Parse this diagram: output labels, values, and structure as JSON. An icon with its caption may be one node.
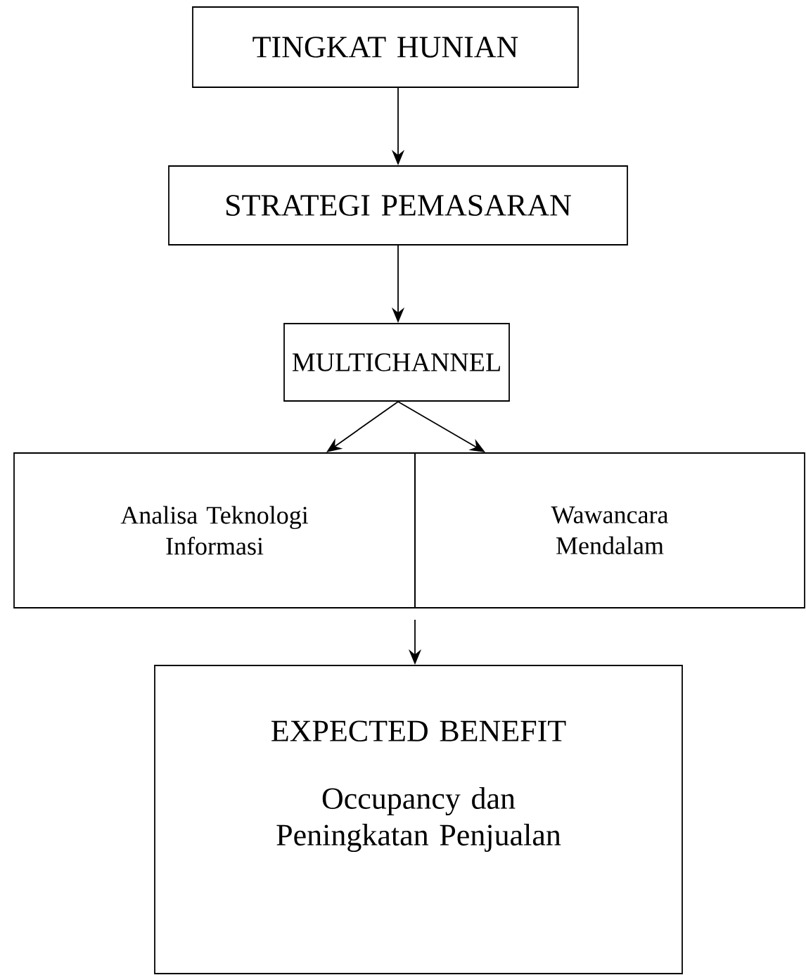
{
  "diagram": {
    "nodes": [
      {
        "text": [
          "TINGKAT HUNIAN"
        ]
      },
      {
        "text": [
          "STRATEGI PEMASARAN"
        ]
      },
      {
        "text": [
          "MULTICHANNEL"
        ]
      },
      {
        "text": [
          "Analisa Teknologi Informasi"
        ]
      },
      {
        "text": [
          "Wawancara Mendalam"
        ]
      },
      {
        "text": [
          "EXPECTED BENEFIT",
          "Occupancy dan Peningkatan Penjualan"
        ]
      }
    ],
    "edges": [
      {
        "from": 0,
        "to": 1,
        "arrow": "to"
      },
      {
        "from": 1,
        "to": 2,
        "arrow": "to"
      },
      {
        "from": 2,
        "to": 3,
        "arrow": "to"
      },
      {
        "from": 2,
        "to": 4,
        "arrow": "to"
      },
      {
        "from": 4,
        "to": 5,
        "arrow": "to"
      }
    ]
  }
}
